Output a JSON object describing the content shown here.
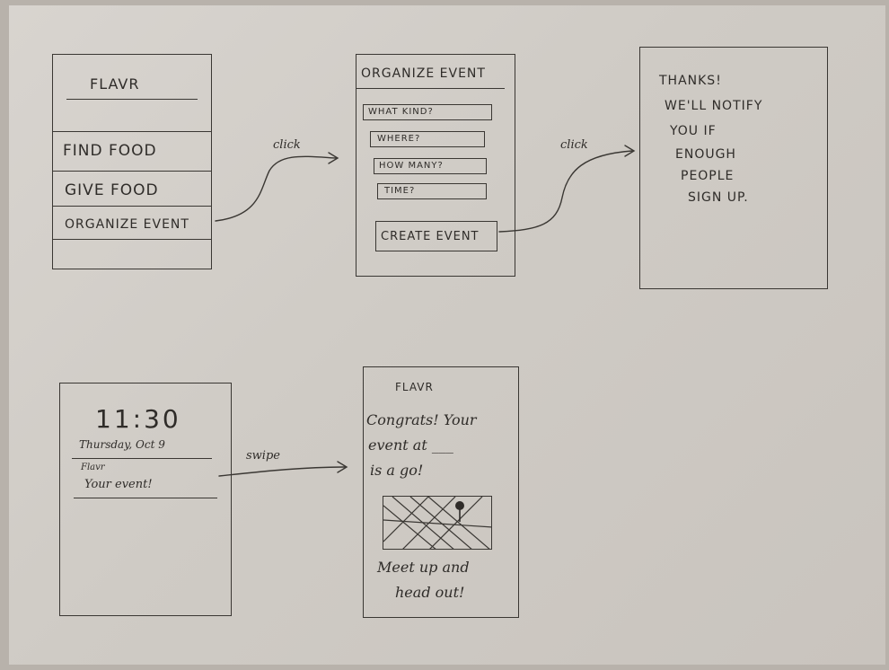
{
  "screen1": {
    "app_title": "FLAVR",
    "menu": [
      "FIND FOOD",
      "GIVE FOOD",
      "ORGANIZE EVENT"
    ]
  },
  "arrow1_label": "click",
  "screen2": {
    "title": "ORGANIZE EVENT",
    "fields": [
      "WHAT KIND?",
      "WHERE?",
      "HOW MANY?",
      "TIME?"
    ],
    "create_button": "CREATE EVENT"
  },
  "arrow2_label": "click",
  "screen3": {
    "lines": [
      "THANKS!",
      "WE'LL NOTIFY",
      "YOU IF",
      "ENOUGH",
      "PEOPLE",
      "SIGN UP."
    ]
  },
  "screen4": {
    "time": "11:30",
    "date": "Thursday, Oct 9",
    "notif_app": "Flavr",
    "notif_text": "Your event!"
  },
  "arrow3_label": "swipe",
  "screen5": {
    "app_title": "FLAVR",
    "message_lines": [
      "Congrats! Your",
      "event at ___",
      "is a go!"
    ],
    "map_icon": "map-pin-icon",
    "footer_lines": [
      "Meet up and",
      "head out!"
    ]
  }
}
